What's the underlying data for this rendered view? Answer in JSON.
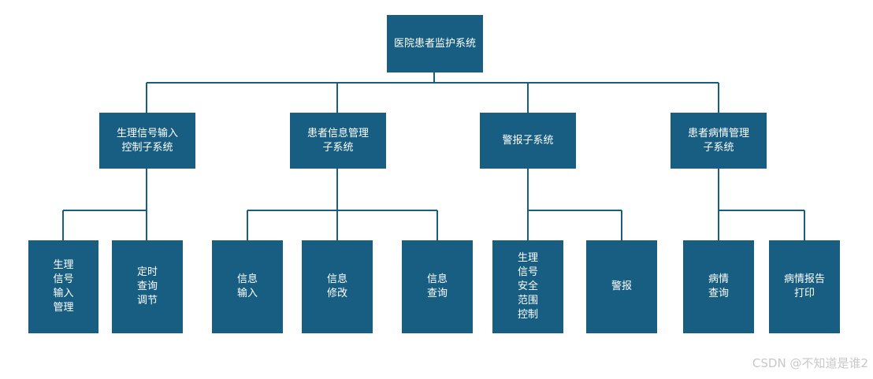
{
  "root": {
    "label": "医院患者监护系统"
  },
  "subsystems": [
    {
      "label": "生理信号输入\n控制子系统",
      "children": [
        "生理\n信号\n输入\n管理",
        "定时\n查询\n调节"
      ]
    },
    {
      "label": "患者信息管理\n子系统",
      "children": [
        "信息\n输入",
        "信息\n修改",
        "信息\n查询"
      ]
    },
    {
      "label": "警报子系统",
      "children": [
        "生理\n信号\n安全\n范围\n控制",
        "警报"
      ]
    },
    {
      "label": "患者病情管理\n子系统",
      "children": [
        "病情\n查询",
        "病情报告\n打印"
      ]
    }
  ],
  "watermark": "CSDN @不知道是谁2",
  "colors": {
    "box": "#175e82",
    "line": "#175e82",
    "text": "#ffffff"
  }
}
